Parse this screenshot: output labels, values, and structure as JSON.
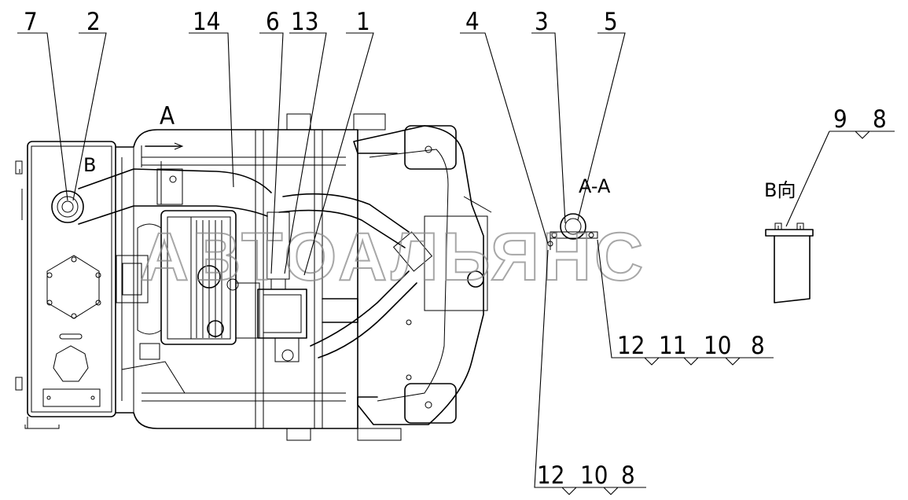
{
  "callouts_top": [
    "7",
    "2",
    "14",
    "6",
    "13",
    "1",
    "4",
    "3",
    "5"
  ],
  "view_labels": {
    "view_a": "A",
    "view_b": "B",
    "section_aa": "A-A",
    "view_b_dir": "B向"
  },
  "callouts_right_top": [
    "9",
    "8"
  ],
  "callouts_section_bottom": [
    "12",
    "11",
    "10",
    "8"
  ],
  "callouts_bottom": [
    "12",
    "10",
    "8"
  ],
  "watermark": "АВТОАЛЬЯНС"
}
